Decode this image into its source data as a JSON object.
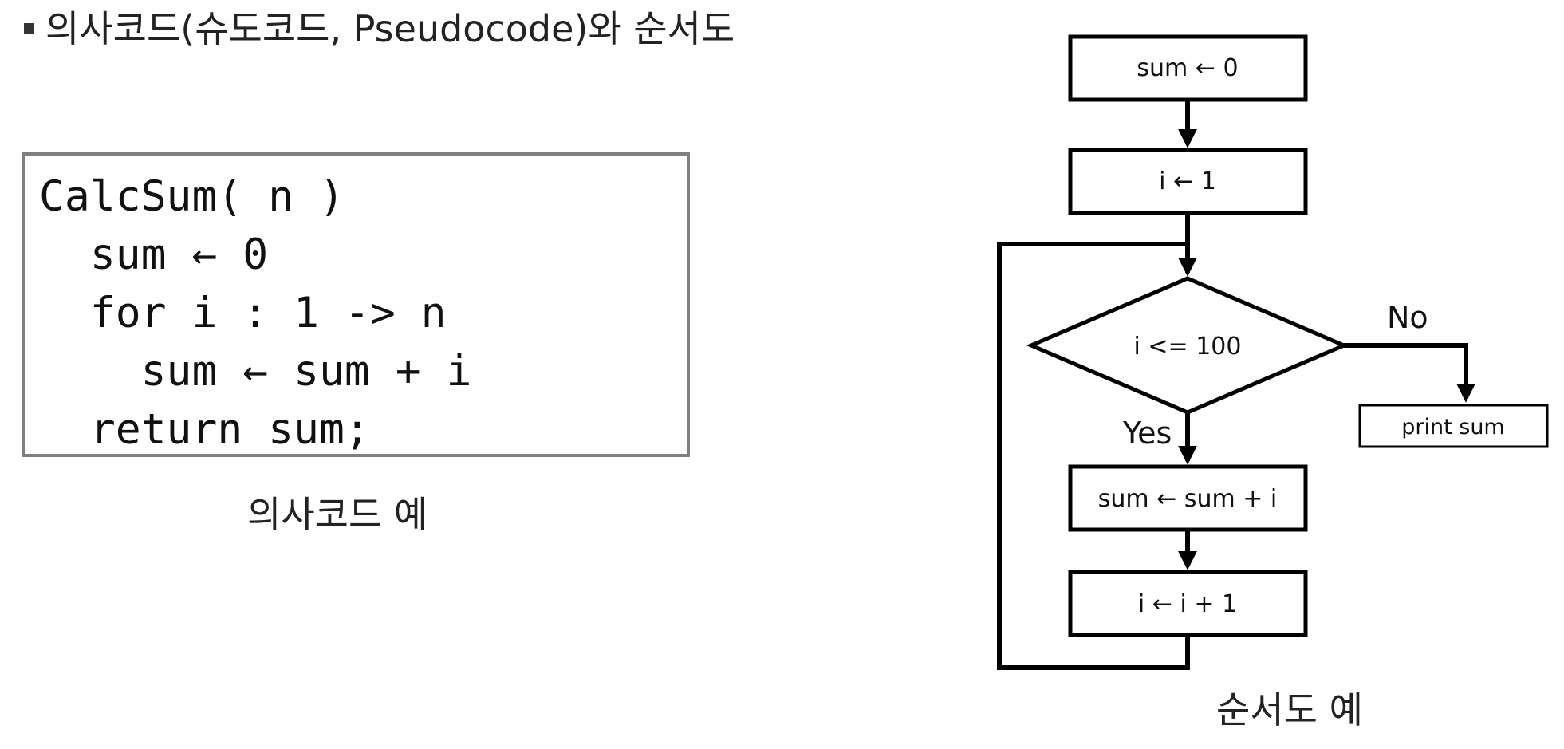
{
  "header": {
    "title": "의사코드(슈도코드, Pseudocode)와 순서도"
  },
  "pseudocode": {
    "lines": [
      "CalcSum( n )",
      "  sum ← 0",
      "  for i : 1 -> n",
      "    sum ← sum + i",
      "  return sum;"
    ],
    "caption": "의사코드 예"
  },
  "flowchart": {
    "nodes": {
      "init_sum": "sum ← 0",
      "init_i": "i ← 1",
      "condition": "i <= 100",
      "accumulate": "sum ← sum + i",
      "increment": "i ← i + 1",
      "output": "print sum"
    },
    "labels": {
      "yes": "Yes",
      "no": "No"
    },
    "caption": "순서도 예"
  }
}
